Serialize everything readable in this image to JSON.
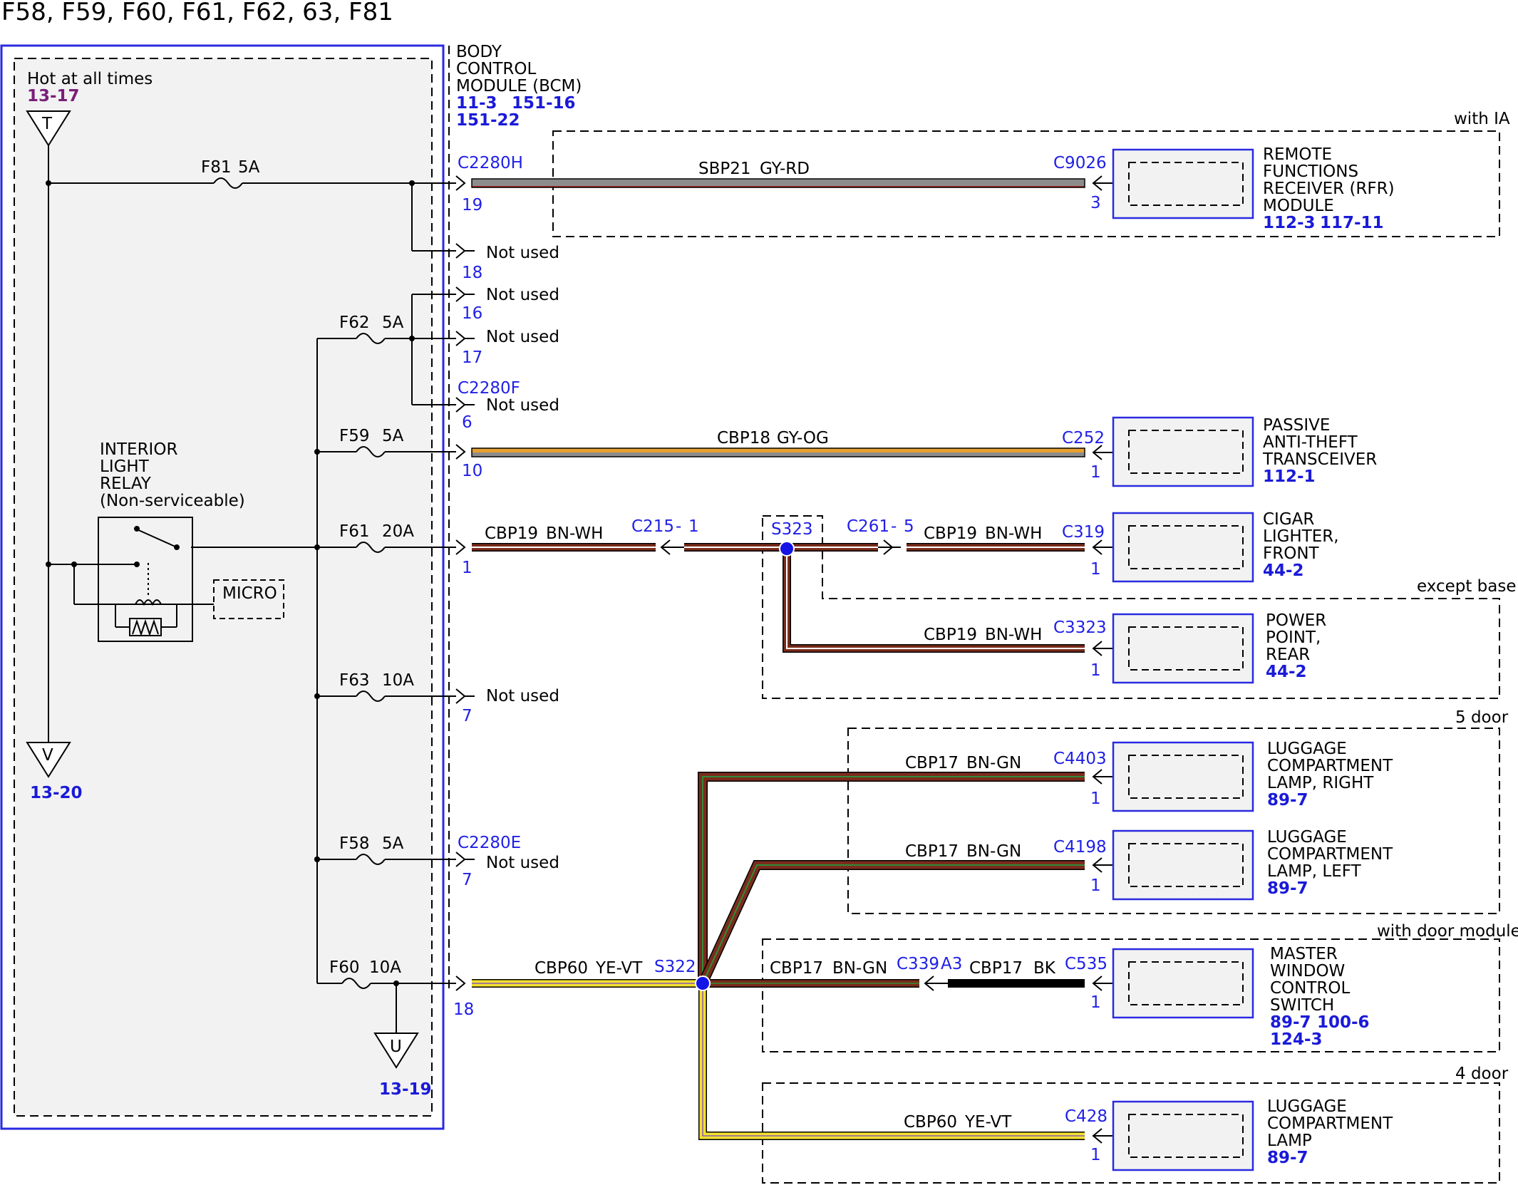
{
  "title": "F58, F59, F60, F61, F62, 63, F81",
  "colors": {
    "module_border": "#2a2ae0",
    "module_fill": "#f2f2f2",
    "connector_text": "#1f1fe6",
    "ref_text": "#1a1ad9",
    "hot_ref_text": "#7a1f7a",
    "GY": "#8c8c8c",
    "RD": "#b02424",
    "OG": "#e8a030",
    "BN": "#7a2c1c",
    "WH": "#ffffff",
    "GN": "#2e8b3a",
    "YE": "#f2e030",
    "VT": "#8a5ab0",
    "BK": "#000000"
  },
  "bcm": {
    "name_lines": [
      "BODY",
      "CONTROL",
      "MODULE (BCM)"
    ],
    "refs_line1": [
      "11-3",
      "151-16"
    ],
    "refs_line2": "151-22",
    "hot_label": "Hot at all times",
    "hot_ref": "13-17",
    "terminals": [
      {
        "symbol": "T",
        "ref": ""
      },
      {
        "symbol": "V",
        "ref": "13-20"
      },
      {
        "symbol": "U",
        "ref": "13-19"
      }
    ]
  },
  "relay": {
    "name_lines": [
      "INTERIOR",
      "LIGHT",
      "RELAY",
      "(Non-serviceable)"
    ],
    "micro_label": "MICRO"
  },
  "fuses": [
    {
      "name": "F81",
      "rating": "5A"
    },
    {
      "name": "F62",
      "rating": "5A"
    },
    {
      "name": "F59",
      "rating": "5A"
    },
    {
      "name": "F61",
      "rating": "20A"
    },
    {
      "name": "F63",
      "rating": "10A"
    },
    {
      "name": "F58",
      "rating": "5A"
    },
    {
      "name": "F60",
      "rating": "10A"
    }
  ],
  "bcm_connectors": [
    {
      "name": "C2280H",
      "pins": [
        "19",
        "18"
      ]
    },
    {
      "name": "C2280F",
      "pins": [
        "16",
        "17",
        "6",
        "10",
        "1",
        "7"
      ]
    },
    {
      "name": "C2280E",
      "pins": [
        "7",
        "18"
      ]
    }
  ],
  "not_used": "Not used",
  "circuits": [
    {
      "circuit": "SBP21",
      "color": "GY-RD"
    },
    {
      "circuit": "CBP18",
      "color": "GY-OG"
    },
    {
      "circuit": "CBP19",
      "color": "BN-WH"
    },
    {
      "circuit": "CBP17",
      "color": "BN-GN"
    },
    {
      "circuit": "CBP17",
      "color": "BK"
    },
    {
      "circuit": "CBP60",
      "color": "YE-VT"
    }
  ],
  "inline": [
    {
      "name": "C215",
      "pin": "1"
    },
    {
      "name": "C261",
      "pin": "5"
    },
    {
      "name": "C339",
      "pin": "A3"
    }
  ],
  "splices": [
    "S323",
    "S322"
  ],
  "options": [
    "with IA",
    "except base",
    "5 door",
    "with door modules",
    "4 door"
  ],
  "components": [
    {
      "name_lines": [
        "REMOTE",
        "FUNCTIONS",
        "RECEIVER (RFR)",
        "MODULE"
      ],
      "refs": [
        "112-3",
        "117-11"
      ],
      "connector": "C9026",
      "pin": "3"
    },
    {
      "name_lines": [
        "PASSIVE",
        "ANTI-THEFT",
        "TRANSCEIVER"
      ],
      "refs": [
        "112-1"
      ],
      "connector": "C252",
      "pin": "1"
    },
    {
      "name_lines": [
        "CIGAR",
        "LIGHTER,",
        "FRONT"
      ],
      "refs": [
        "44-2"
      ],
      "connector": "C319",
      "pin": "1"
    },
    {
      "name_lines": [
        "POWER",
        "POINT,",
        "REAR"
      ],
      "refs": [
        "44-2"
      ],
      "connector": "C3323",
      "pin": "1"
    },
    {
      "name_lines": [
        "LUGGAGE",
        "COMPARTMENT",
        "LAMP, RIGHT"
      ],
      "refs": [
        "89-7"
      ],
      "connector": "C4403",
      "pin": "1"
    },
    {
      "name_lines": [
        "LUGGAGE",
        "COMPARTMENT",
        "LAMP, LEFT"
      ],
      "refs": [
        "89-7"
      ],
      "connector": "C4198",
      "pin": "1"
    },
    {
      "name_lines": [
        "MASTER",
        "WINDOW",
        "CONTROL",
        "SWITCH"
      ],
      "refs": [
        "89-7",
        "100-6",
        "124-3"
      ],
      "connector": "C535",
      "pin": "1"
    },
    {
      "name_lines": [
        "LUGGAGE",
        "COMPARTMENT",
        "LAMP"
      ],
      "refs": [
        "89-7"
      ],
      "connector": "C428",
      "pin": "1"
    }
  ]
}
